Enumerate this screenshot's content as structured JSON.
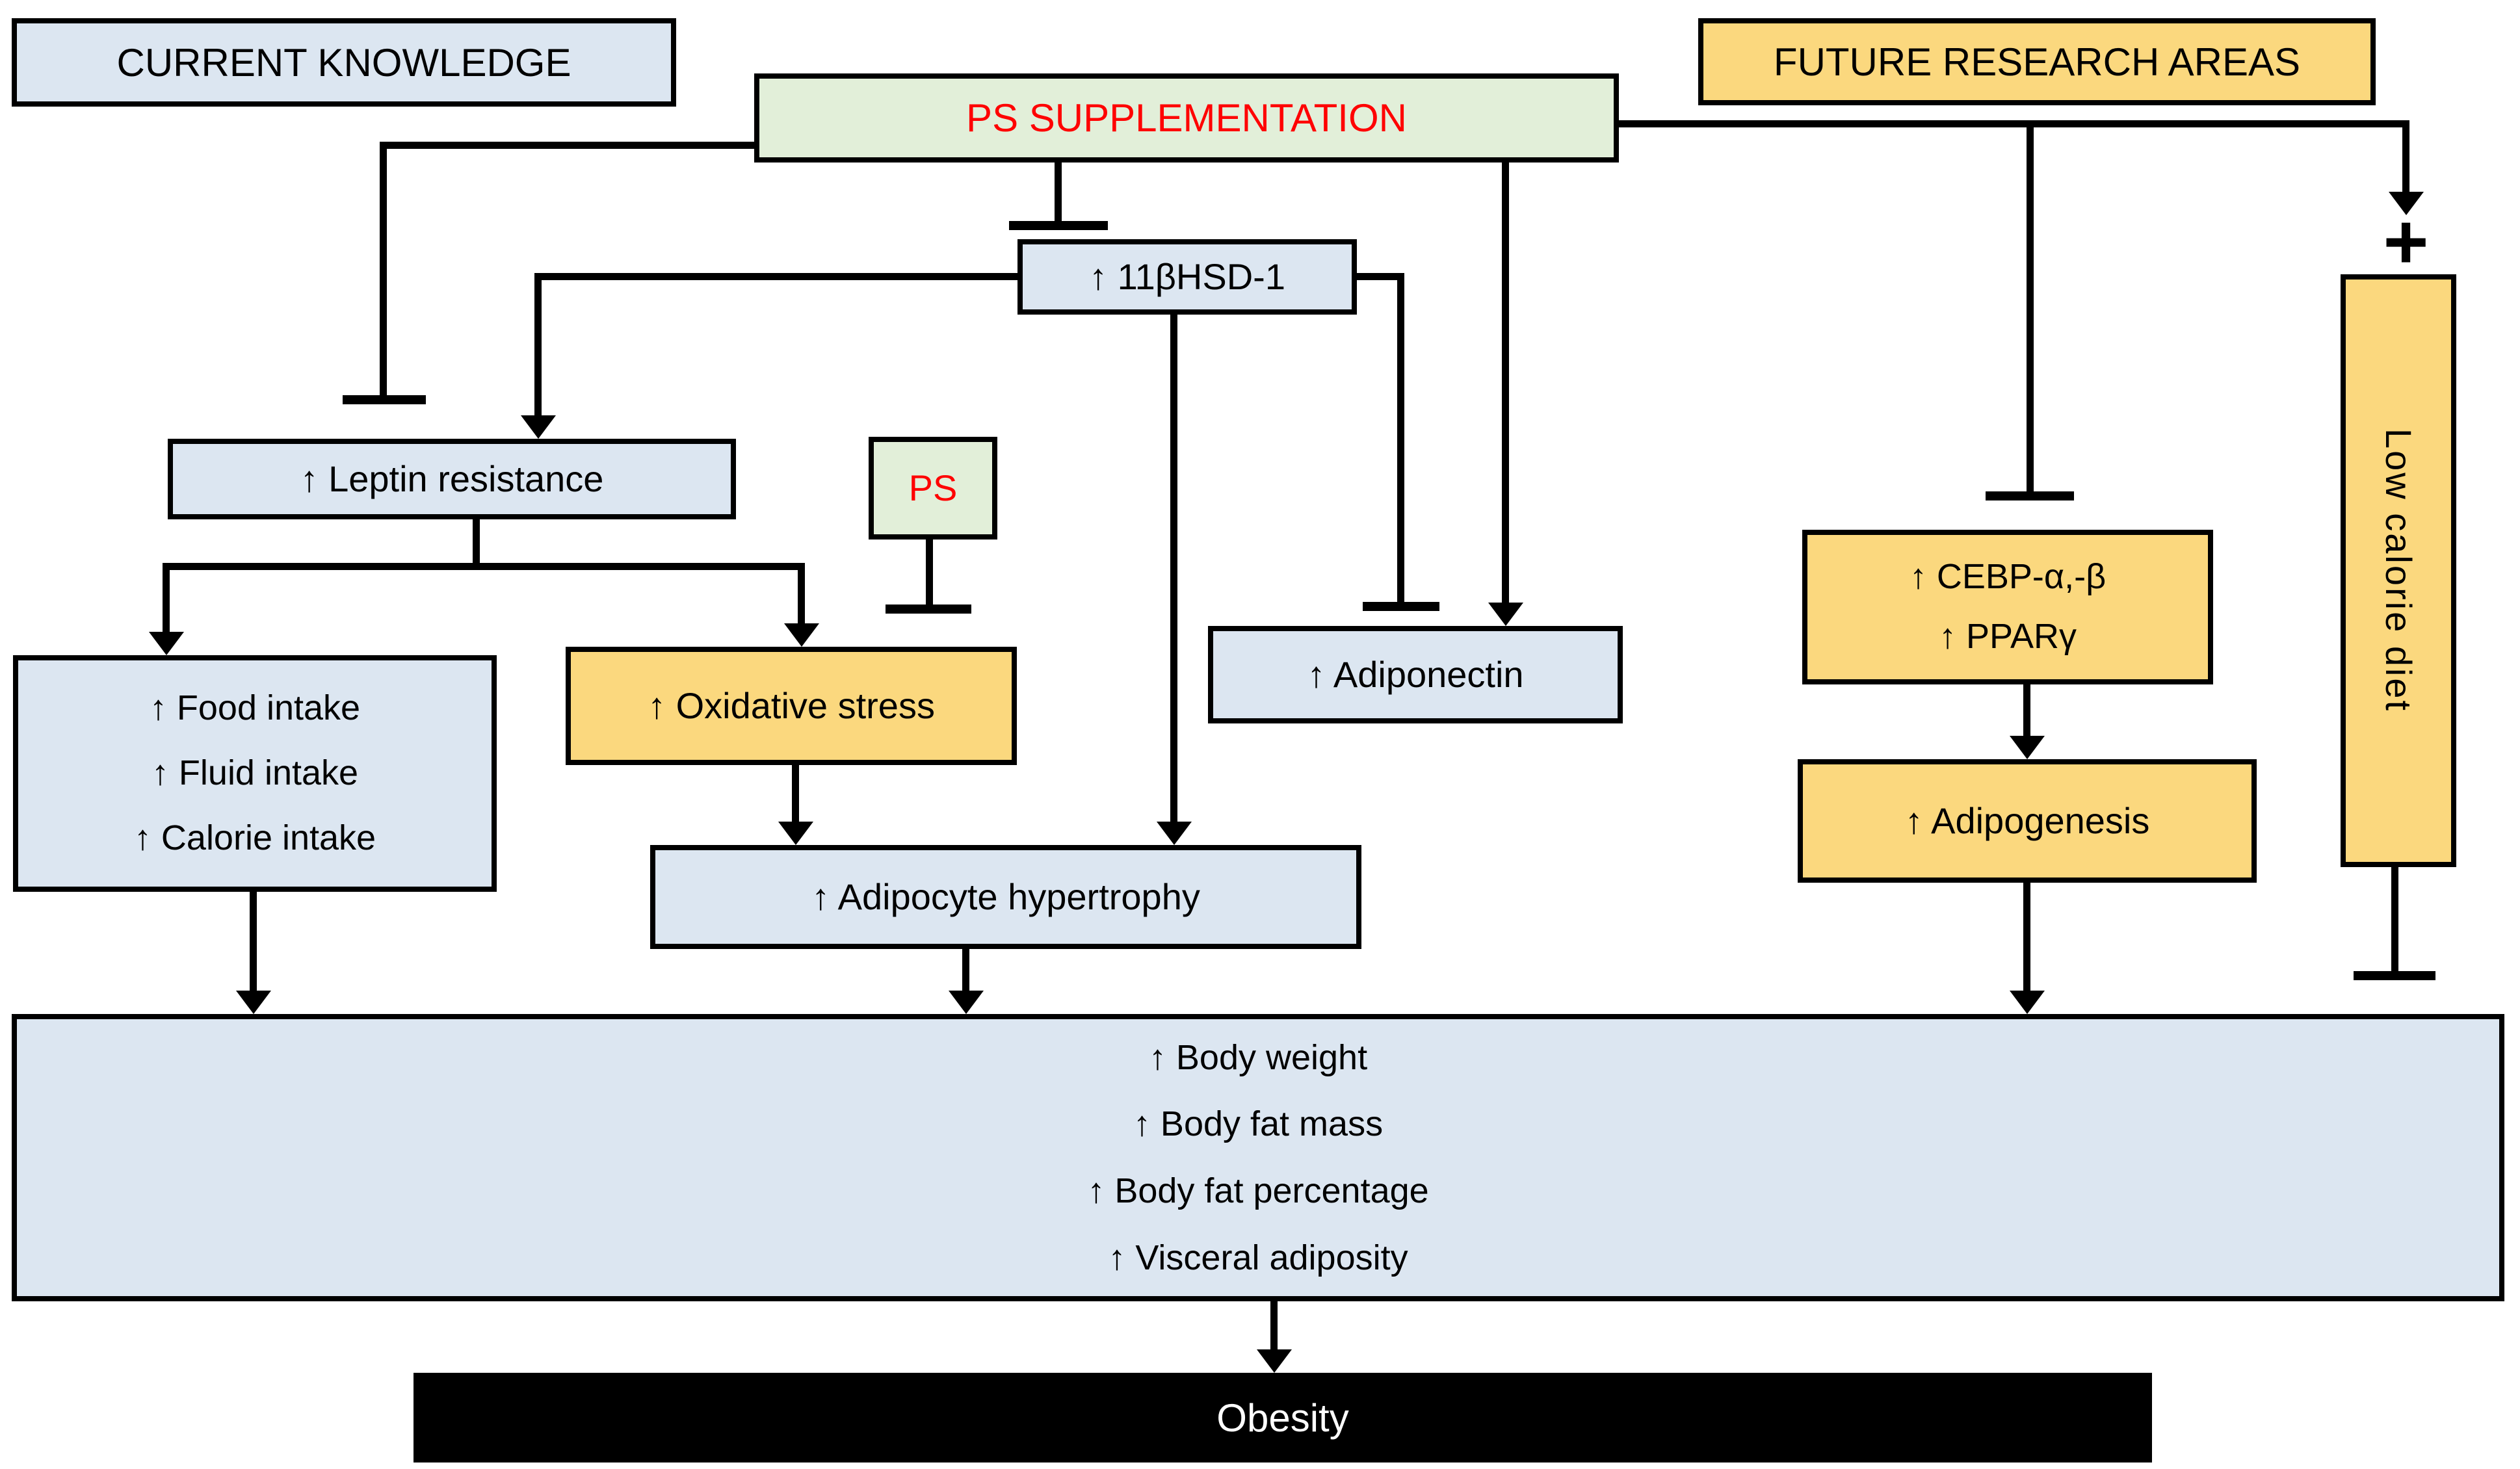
{
  "figure": {
    "type": "flow-diagram",
    "background": "#FFFFFF",
    "description_labels": {
      "left_header": "CURRENT KNOWLEDGE",
      "right_header": "FUTURE RESEARCH AREAS"
    }
  },
  "colors": {
    "box_blue": "#DCE6F1",
    "box_green": "#E2EFD9",
    "box_yellow": "#FBD87E",
    "box_black": "#000000",
    "accent_red": "#FF0000",
    "line_black": "#000000",
    "text_white": "#FFFFFF"
  },
  "nodes": {
    "current_knowledge": {
      "label": "CURRENT KNOWLEDGE"
    },
    "ps_supplementation": {
      "label": "PS SUPPLEMENTATION"
    },
    "future_research": {
      "label": "FUTURE RESEARCH AREAS"
    },
    "hsd": {
      "label": "↑ 11βHSD-1"
    },
    "leptin_resistance": {
      "label": "↑ Leptin resistance"
    },
    "ps_small": {
      "label": "PS"
    },
    "intake": {
      "lines": [
        "↑ Food intake",
        "↑ Fluid intake",
        "↑ Calorie intake"
      ]
    },
    "oxidative_stress": {
      "label": "↑ Oxidative stress"
    },
    "adiponectin": {
      "label": "↑ Adiponectin"
    },
    "cebp_ppar": {
      "lines": [
        "↑  CEBP-α,-β",
        "↑  PPARγ"
      ]
    },
    "adipogenesis": {
      "label": "↑  Adipogenesis"
    },
    "low_calorie_diet": {
      "label": "Low calorie diet"
    },
    "adipocyte_hypertrophy": {
      "label": "↑ Adipocyte hypertrophy"
    },
    "outcomes": {
      "lines": [
        "↑ Body weight",
        "↑ Body fat mass",
        "↑ Body fat percentage",
        "↑ Visceral adiposity"
      ]
    },
    "obesity": {
      "label": "Obesity"
    }
  },
  "symbols": {
    "plus": "+"
  }
}
